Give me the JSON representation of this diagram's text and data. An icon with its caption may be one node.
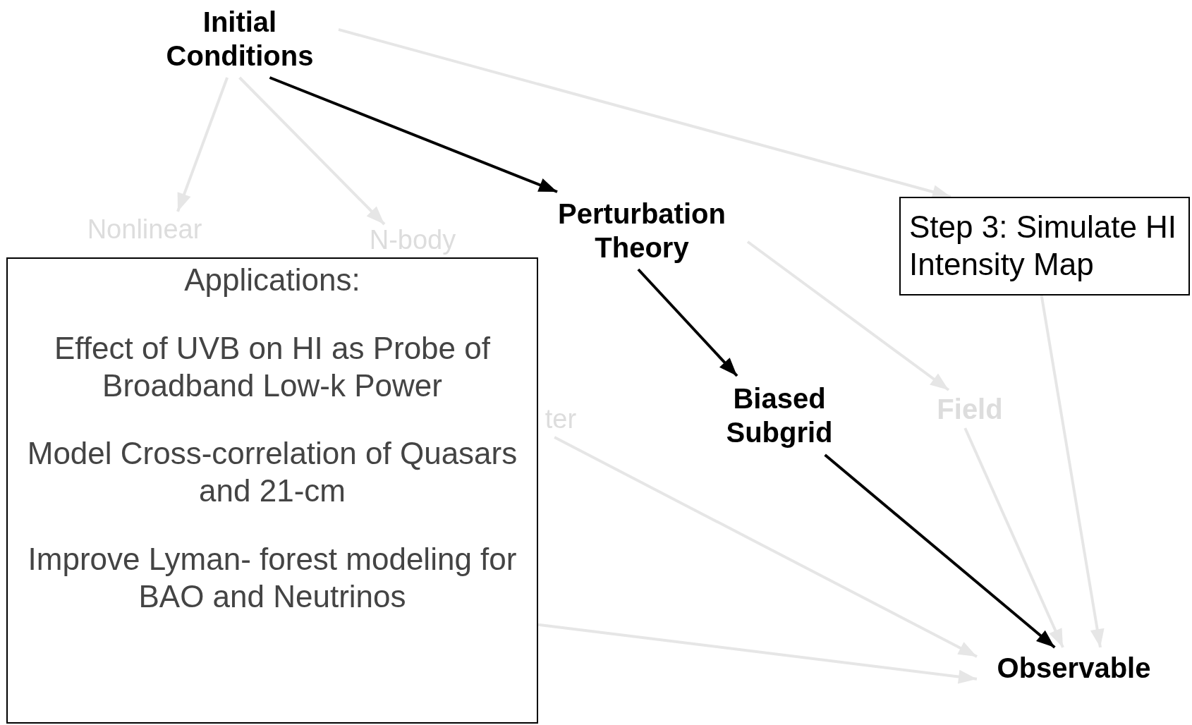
{
  "diagram": {
    "nodes": [
      {
        "text": [
          "Initial Conditions"
        ]
      },
      {
        "text": [
          "Nonlinear"
        ]
      },
      {
        "text": [
          "N-body"
        ]
      },
      {
        "text": [
          "Perturbation Theory"
        ]
      },
      {
        "text": [
          "Step 3: Simulate HI Intensity Map"
        ]
      },
      {
        "text": [
          "Applications:",
          "Effect of UVB on HI as Probe of Broadband Low-k Power",
          "Model Cross-correlation of Quasars and 21-cm",
          "Improve Lyman- forest modeling for BAO and Neutrinos"
        ]
      },
      {
        "text": [
          "ter"
        ]
      },
      {
        "text": [
          "Biased Subgrid"
        ]
      },
      {
        "text": [
          "Field"
        ]
      },
      {
        "text": [
          "Observable"
        ]
      }
    ],
    "edges": [
      {
        "from": 0,
        "to": 4,
        "arrow": "to"
      },
      {
        "from": 0,
        "to": 1,
        "arrow": "to"
      },
      {
        "from": 0,
        "to": 2,
        "arrow": "to"
      },
      {
        "from": 0,
        "to": 3,
        "arrow": "to",
        "color": "#000000"
      },
      {
        "from": 3,
        "to": 8,
        "arrow": "to"
      },
      {
        "from": 3,
        "to": 7,
        "arrow": "to",
        "color": "#000000"
      },
      {
        "from": 7,
        "to": 9,
        "arrow": "to",
        "color": "#000000"
      },
      {
        "from": 8,
        "to": 9,
        "arrow": "to"
      },
      {
        "from": 4,
        "to": 9,
        "arrow": "to"
      },
      {
        "from": 6,
        "to": 9,
        "arrow": "to"
      },
      {
        "from": 5,
        "to": 9,
        "arrow": "to"
      }
    ]
  }
}
